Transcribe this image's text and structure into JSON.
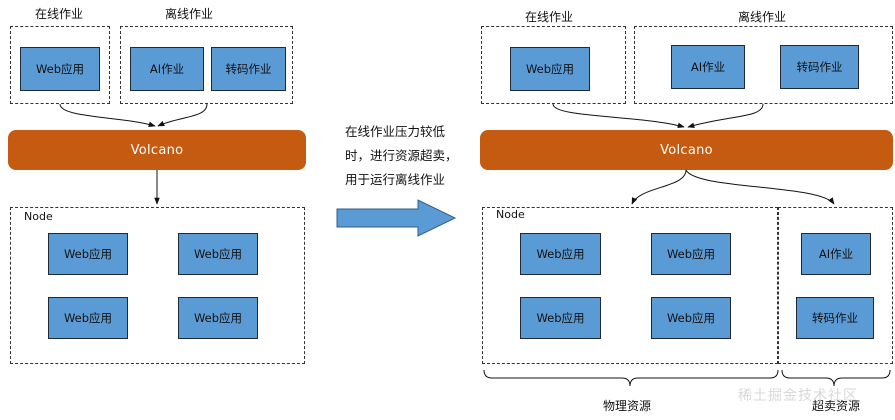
{
  "before": {
    "online_label": "在线作业",
    "offline_label": "离线作业",
    "web_app": "Web应用",
    "ai_job": "AI作业",
    "transcode_job": "转码作业",
    "scheduler": "Volcano",
    "node_label": "Node",
    "node_apps": [
      "Web应用",
      "Web应用",
      "Web应用",
      "Web应用"
    ]
  },
  "transition_note": [
    "在线作业压力较低",
    "时，进行资源超卖，",
    "用于运行离线作业"
  ],
  "after": {
    "online_label": "在线作业",
    "offline_label": "离线作业",
    "web_app": "Web应用",
    "ai_job": "AI作业",
    "transcode_job": "转码作业",
    "scheduler": "Volcano",
    "node_label": "Node",
    "node_apps": [
      "Web应用",
      "Web应用",
      "Web应用",
      "Web应用"
    ],
    "overcommit_jobs": [
      "AI作业",
      "转码作业"
    ],
    "physical_label": "物理资源",
    "overcommit_label": "超卖资源"
  },
  "watermark": "稀土掘金技术社区",
  "colors": {
    "app_fill": "#5b9bd5",
    "scheduler_fill": "#c55a11",
    "arrow_fill": "#5b9bd5"
  }
}
